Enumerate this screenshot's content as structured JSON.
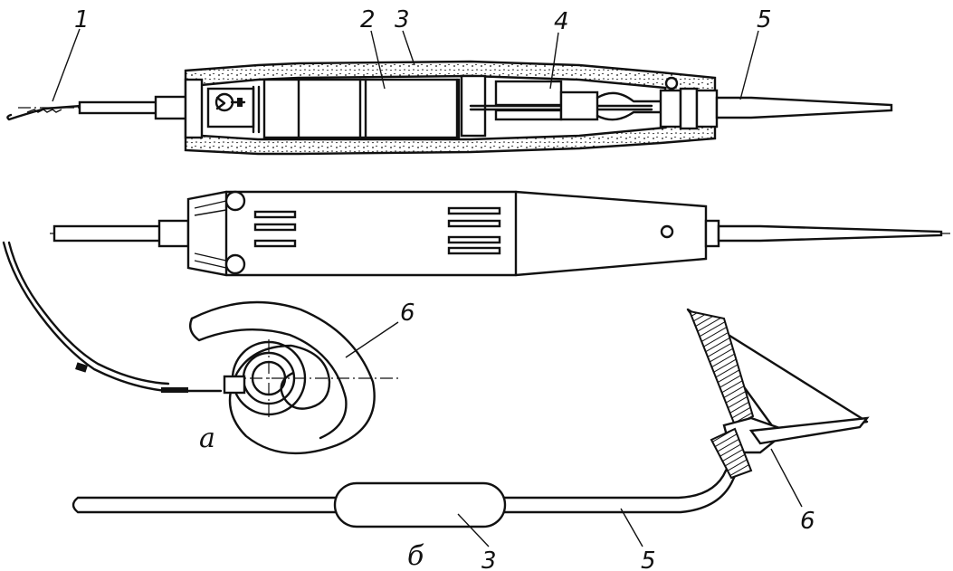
{
  "figure": {
    "callouts": [
      "1",
      "2",
      "3",
      "4",
      "5",
      "6"
    ],
    "subfigures": {
      "a": "а",
      "b": "б"
    },
    "bottom_callouts": {
      "item3": "3",
      "item5": "5",
      "item6": "6"
    }
  }
}
